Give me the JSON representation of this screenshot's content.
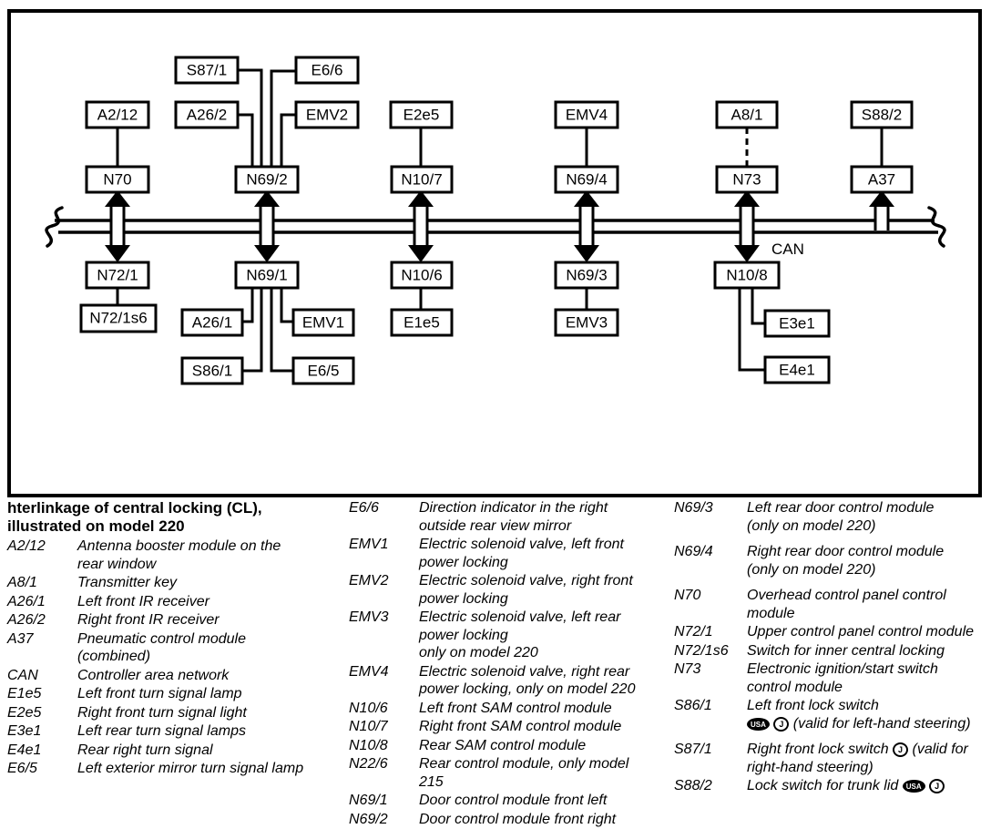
{
  "diagram": {
    "can_bus_label": "CAN",
    "nodes": [
      "S87/1",
      "E6/6",
      "A2/12",
      "A26/2",
      "EMV2",
      "E2e5",
      "EMV4",
      "A8/1",
      "S88/2",
      "N70",
      "N69/2",
      "N10/7",
      "N69/4",
      "N73",
      "A37",
      "N72/1",
      "N69/1",
      "N10/6",
      "N69/3",
      "N10/8",
      "N72/1s6",
      "A26/1",
      "EMV1",
      "S86/1",
      "E6/5",
      "E1e5",
      "EMV3",
      "E3e1",
      "E4e1"
    ]
  },
  "legend": {
    "title_line1": "hterlinkage of central locking (CL),",
    "title_line2": "illustrated on model 220",
    "badges": {
      "usa": "USA",
      "j": "J"
    },
    "columns": [
      [
        {
          "code": "A2/12",
          "lines": [
            "Antenna booster module on the",
            "rear window"
          ]
        },
        {
          "code": "A8/1",
          "lines": [
            "Transmitter key"
          ]
        },
        {
          "code": "A26/1",
          "lines": [
            "Left front IR receiver"
          ]
        },
        {
          "code": "A26/2",
          "lines": [
            "Right front IR receiver"
          ]
        },
        {
          "code": "A37",
          "lines": [
            "Pneumatic control module",
            "(combined)"
          ]
        },
        {
          "code": "CAN",
          "lines": [
            "Controller area network"
          ]
        },
        {
          "code": "E1e5",
          "lines": [
            "Left front turn signal lamp"
          ]
        },
        {
          "code": "E2e5",
          "lines": [
            "Right front turn signal light"
          ]
        },
        {
          "code": "E3e1",
          "lines": [
            "Left rear turn signal lamps"
          ]
        },
        {
          "code": "E4e1",
          "lines": [
            "Rear right turn signal"
          ]
        },
        {
          "code": "E6/5",
          "lines": [
            "Left exterior mirror turn signal lamp"
          ]
        }
      ],
      [
        {
          "code": "E6/6",
          "lines": [
            "Direction indicator in the right",
            "outside rear view mirror"
          ]
        },
        {
          "code": "EMV1",
          "lines": [
            "Electric solenoid valve, left front",
            "power locking"
          ]
        },
        {
          "code": "EMV2",
          "lines": [
            "Electric solenoid valve, right front",
            "power locking"
          ]
        },
        {
          "code": "EMV3",
          "lines": [
            "Electric solenoid valve, left rear",
            "power locking",
            "only on model 220"
          ]
        },
        {
          "code": "EMV4",
          "lines": [
            "Electric solenoid valve, right rear",
            "power locking, only on model 220"
          ]
        },
        {
          "code": "N10/6",
          "lines": [
            "Left front SAM control module"
          ]
        },
        {
          "code": "N10/7",
          "lines": [
            "Right front SAM control module"
          ]
        },
        {
          "code": "N10/8",
          "lines": [
            "Rear SAM control module"
          ]
        },
        {
          "code": "N22/6",
          "lines": [
            "Rear control module, only model",
            "215"
          ]
        },
        {
          "code": "N69/1",
          "lines": [
            "Door control module front left"
          ]
        },
        {
          "code": "N69/2",
          "lines": [
            "Door control module front right"
          ]
        }
      ],
      [
        {
          "code": "N69/3",
          "lines": [
            "Left rear door control module",
            "(only on model 220)"
          ]
        },
        {
          "code": "N69/4",
          "lines": [
            "Right rear door control module",
            "(only on model 220)"
          ],
          "gap": true
        },
        {
          "code": "N70",
          "lines": [
            "Overhead control panel control",
            "module"
          ],
          "gap": true
        },
        {
          "code": "N72/1",
          "lines": [
            "Upper control panel control module"
          ]
        },
        {
          "code": "N72/1s6",
          "lines": [
            "Switch for inner central locking"
          ]
        },
        {
          "code": "N73",
          "lines": [
            "Electronic ignition/start switch",
            "control module"
          ]
        },
        {
          "code": "S86/1",
          "lines": [
            "Left front lock switch",
            "[[USA]] [[J]] (valid for left-hand steering)"
          ]
        },
        {
          "code": "S87/1",
          "lines": [
            "Right front lock switch [[J]] (valid for",
            "right-hand steering)"
          ],
          "gap": true
        },
        {
          "code": "S88/2",
          "lines": [
            "Lock switch for trunk lid [[USA]] [[J]]"
          ]
        }
      ]
    ]
  }
}
